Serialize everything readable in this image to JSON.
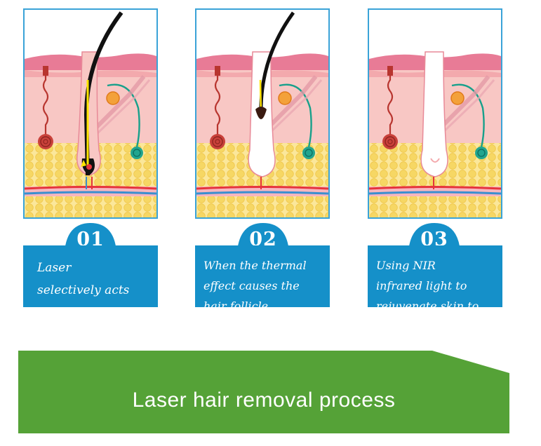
{
  "steps": [
    {
      "number": "01",
      "text": "Laser\nselectively acts"
    },
    {
      "number": "02",
      "text": "When the thermal\neffect causes the\nhair follicle"
    },
    {
      "number": "03",
      "text": "Using NIR\ninfrared light to\nrejuvenate skin to"
    }
  ],
  "banner": {
    "title": "Laser hair removal process"
  },
  "colors": {
    "panel_border": "#3aa3d8",
    "card_blue": "#1590c9",
    "banner_green": "#55a237",
    "skin_pink": "#f4b8bd",
    "fat_yellow": "#f6dc6e"
  }
}
